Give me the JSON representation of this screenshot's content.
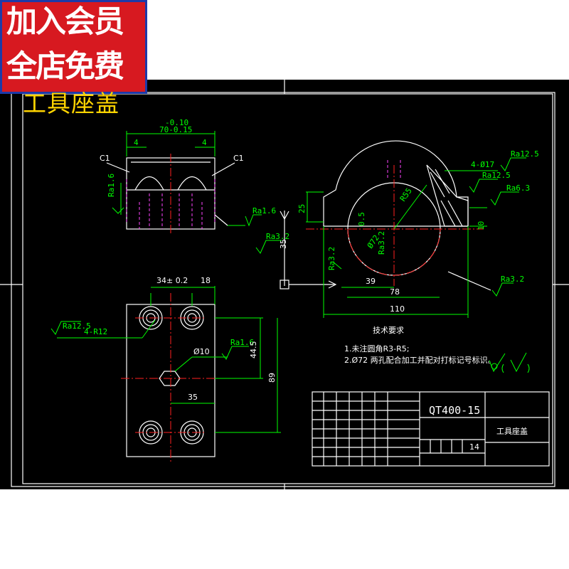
{
  "badge": {
    "line1": "加入会员",
    "line2": "全店免费"
  },
  "title": "工具座盖",
  "colors": {
    "background": "#000000",
    "outline": "#ffffff",
    "dimension": "#00ff00",
    "center_line": "#ff2020",
    "hidden_line": "#ff44ff",
    "badge_bg": "#d71920",
    "badge_border": "#1d3aa8",
    "title_color": "#ffd400"
  },
  "dims": {
    "tolerance_top": "-0.10",
    "width_70": "70-0.15",
    "chamfer_left_gap": "4",
    "chamfer_right_gap": "4",
    "c1_left": "C1",
    "c1_right": "C1",
    "ra16_left": "Ra1.6",
    "ra16_bottom": "Ra1.6",
    "holes_4d17": "4-Ø17",
    "ra125_a": "Ra12.5",
    "ra125_b": "Ra12.5",
    "ra63": "Ra6.3",
    "r55": "R55",
    "d72": "Ø72",
    "ra32_inner": "Ra3.2",
    "dim_05": "0.5",
    "dim_25": "25",
    "dim_10": "10",
    "dim_35": "35",
    "ra32_left": "Ra3.2",
    "ra32_right": "Ra3.2",
    "dim_39": "39",
    "dim_78": "78",
    "dim_110": "110",
    "dim_34": "34± 0.2",
    "dim_18": "18",
    "ra125_plan": "Ra12.5",
    "r12": "4-R12",
    "d10": "Ø10",
    "ra16_plan": "Ra1.6",
    "dim_445": "44.5",
    "dim_89": "89",
    "dim_35_plan": "35"
  },
  "notes": {
    "title": "技术要求",
    "line1": "1.未注圆角R3-R5;",
    "line2": "2.Ø72 两孔配合加工并配对打标记号标识。"
  },
  "title_block": {
    "material": "QT400-15",
    "part_name": "工具座盖",
    "sheet_number": "14"
  }
}
